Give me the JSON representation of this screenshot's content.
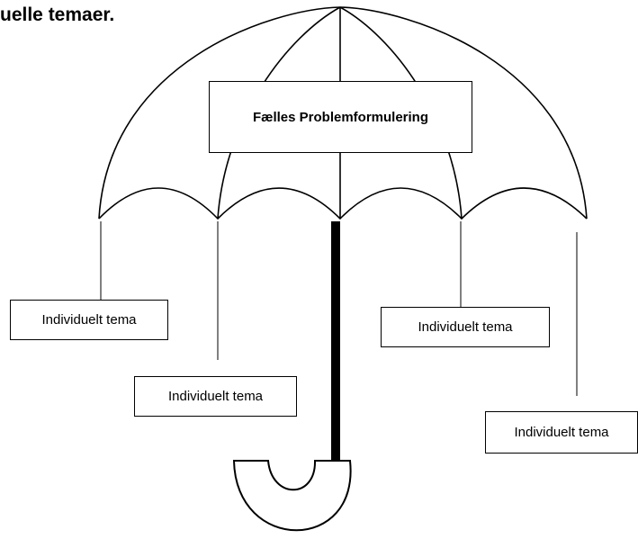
{
  "heading": "uelle temaer.",
  "central_box": {
    "label": "Fælles Problemformulering"
  },
  "theme_boxes": [
    {
      "label": "Individuelt tema"
    },
    {
      "label": "Individuelt tema"
    },
    {
      "label": "Individuelt tema"
    },
    {
      "label": "Individuelt tema"
    }
  ],
  "colors": {
    "stroke": "#000000",
    "background": "#ffffff"
  }
}
